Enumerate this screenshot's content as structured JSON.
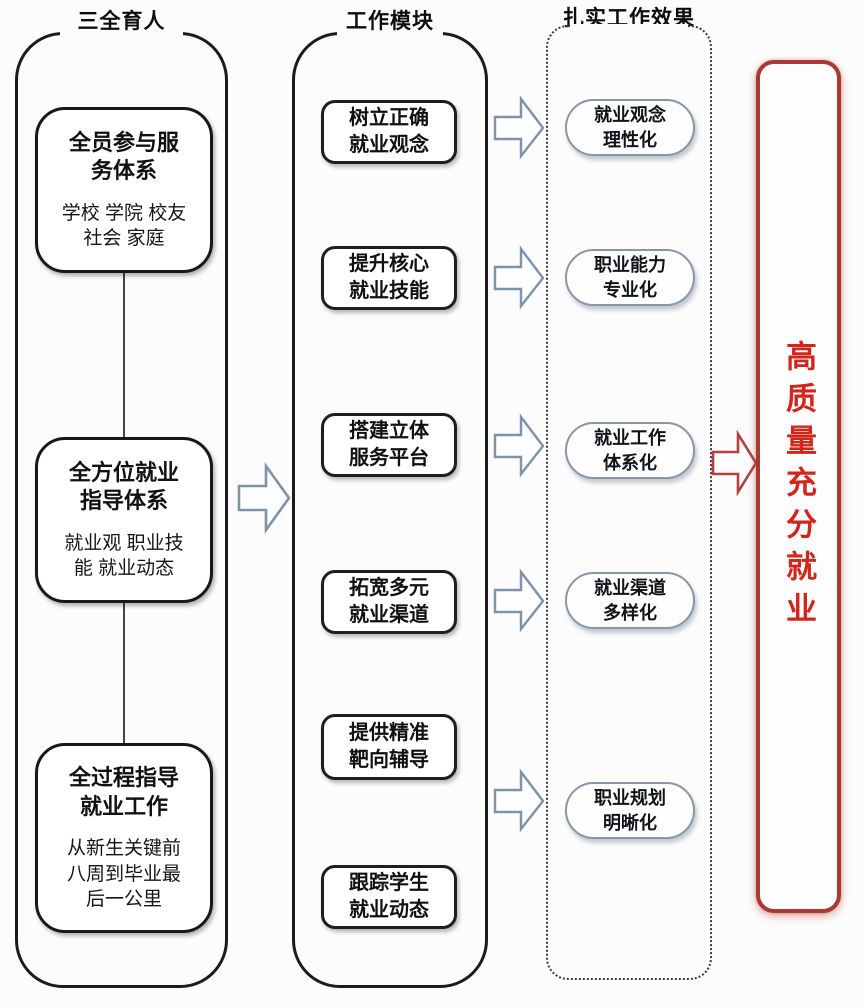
{
  "left_column": {
    "header": "三全育人",
    "boxes": [
      {
        "title": "全员参与服\n务体系",
        "subtitle": "学校 学院 校友\n社会 家庭"
      },
      {
        "title": "全方位就业\n指导体系",
        "subtitle": "就业观 职业技\n能 就业动态"
      },
      {
        "title": "全过程指导\n就业工作",
        "subtitle": "从新生关键前\n八周到毕业最\n后一公里"
      }
    ]
  },
  "middle_column": {
    "header": "工作模块",
    "boxes": [
      "树立正确\n就业观念",
      "提升核心\n就业技能",
      "搭建立体\n服务平台",
      "拓宽多元\n就业渠道",
      "提供精准\n靶向辅导",
      "跟踪学生\n就业动态"
    ]
  },
  "right_column": {
    "header": "扎实工作效果",
    "boxes": [
      "就业观念\n理性化",
      "职业能力\n专业化",
      "就业工作\n体系化",
      "就业渠道\n多样化",
      "职业规划\n明晰化"
    ]
  },
  "result_box": {
    "label": "高质量充分就业"
  },
  "colors": {
    "outline_black": "#1b1b1b",
    "flow_arrow_blue": "#7d92ab",
    "pill_border": "#8796a9",
    "result_border_red": "#a93a32",
    "result_text_red": "#d3251b",
    "background": "#fcfcfc"
  }
}
